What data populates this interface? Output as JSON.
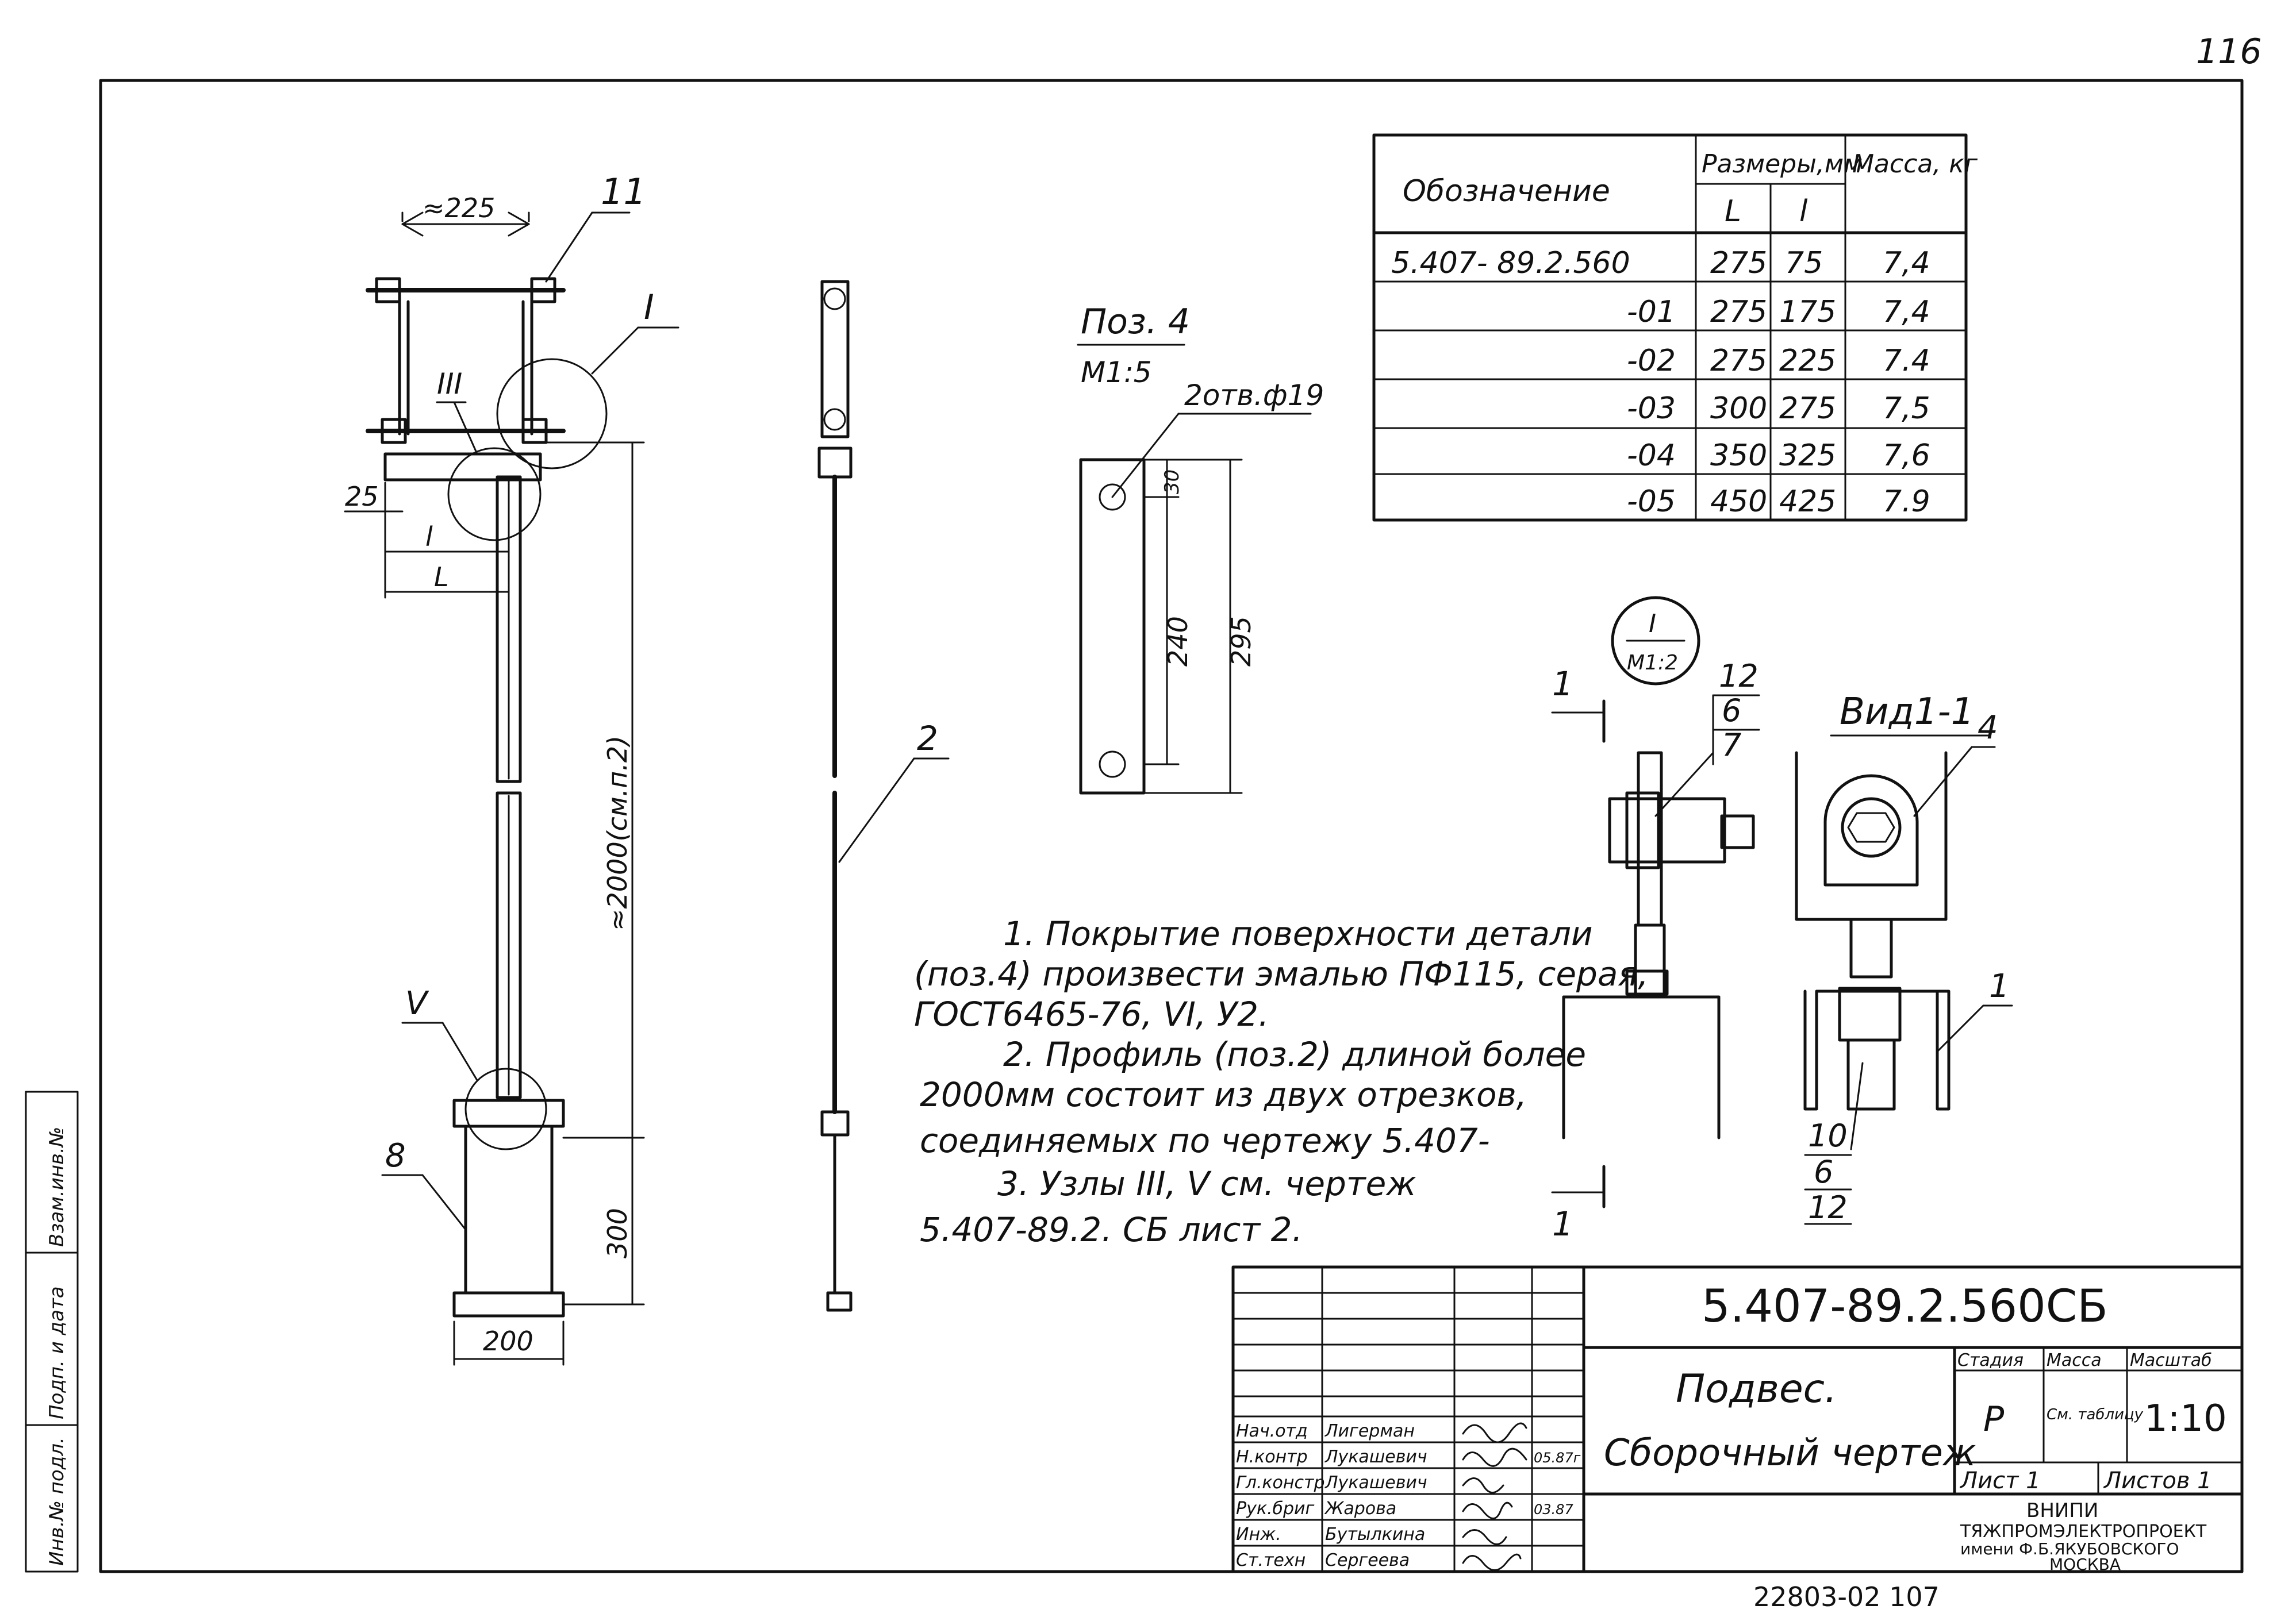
{
  "page_number": "116",
  "spec_table": {
    "header_designation": "Обозначение",
    "header_dimensions": "Размеры,мм",
    "header_mass": "Масса, кг",
    "col_L": "L",
    "col_l": "l",
    "rows": [
      {
        "designation": "5.407- 89.2.560",
        "L": "275",
        "l": "75",
        "mass": "7,4"
      },
      {
        "designation": "-01",
        "L": "275",
        "l": "175",
        "mass": "7,4"
      },
      {
        "designation": "-02",
        "L": "275",
        "l": "225",
        "mass": "7.4"
      },
      {
        "designation": "-03",
        "L": "300",
        "l": "275",
        "mass": "7,5"
      },
      {
        "designation": "-04",
        "L": "350",
        "l": "325",
        "mass": "7,6"
      },
      {
        "designation": "-05",
        "L": "450",
        "l": "425",
        "mass": "7.9"
      }
    ]
  },
  "main_view": {
    "dim_top": "≈225",
    "dim_25": "25",
    "dim_l": "l",
    "dim_L": "L",
    "dim_length": "≈2000(см.п.2)",
    "dim_300": "300",
    "dim_200": "200",
    "pos_11": "11",
    "pos_8": "8",
    "node_I": "I",
    "node_III": "III",
    "node_V": "V"
  },
  "side_view": {
    "pos_2": "2"
  },
  "pos4_view": {
    "title": "Поз. 4",
    "scale": "М1:5",
    "holes": "2отв.ф19",
    "dim_30": "30",
    "dim_240": "240",
    "dim_295": "295"
  },
  "node_detail": {
    "badge_top": "I",
    "badge_bottom": "М1:2",
    "section_mark": "1",
    "pos_12a": "12",
    "pos_6a": "6",
    "pos_7": "7",
    "view_title": "Вид1-1",
    "pos_4": "4",
    "pos_1": "1",
    "pos_10": "10",
    "pos_6b": "6",
    "pos_12b": "12"
  },
  "notes": [
    "1. Покрытие поверхности детали",
    "(поз.4) произвести эмалью ПФ115, серая,",
    "ГОСТ6465-76, VI, У2.",
    "2. Профиль (поз.2) длиной более",
    "2000мм состоит из двух отрезков,",
    "соединяемых по чертежу 5.407-",
    "3. Узлы III, V см. чертеж",
    "5.407-89.2. СБ лист 2."
  ],
  "title_block": {
    "doc_code": "5.407-89.2.560СБ",
    "title_line1": "Подвес.",
    "title_line2": "Сборочный чертеж",
    "hdr_stage": "Стадия",
    "hdr_mass": "Масса",
    "hdr_scale": "Масштаб",
    "stage": "Р",
    "mass": "См. таблицу",
    "scale": "1:10",
    "sheet": "Лист 1",
    "sheets": "Листов 1",
    "org_line1": "ВНИПИ",
    "org_line2": "ТЯЖПРОМЭЛЕКТРОПРОЕКТ",
    "org_line3": "имени Ф.Б.ЯКУБОВСКОГО",
    "org_line4": "МОСКВА",
    "signatures": [
      {
        "role": "Нач.отд",
        "name": "Лигерман",
        "date": ""
      },
      {
        "role": "Н.контр",
        "name": "Лукашевич",
        "date": "05.87г"
      },
      {
        "role": "Гл.констр",
        "name": "Лукашевич",
        "date": ""
      },
      {
        "role": "Рук.бриг",
        "name": "Жарова",
        "date": "03.87"
      },
      {
        "role": "Инж.",
        "name": "Бутылкина",
        "date": ""
      },
      {
        "role": "Ст.техн",
        "name": "Сергеева",
        "date": ""
      }
    ]
  },
  "side_stamp": {
    "lines": [
      "Инв.№ подл.",
      "Подп. и дата",
      "Взам.инв.№"
    ]
  },
  "bottom_number": "22803-02 107"
}
